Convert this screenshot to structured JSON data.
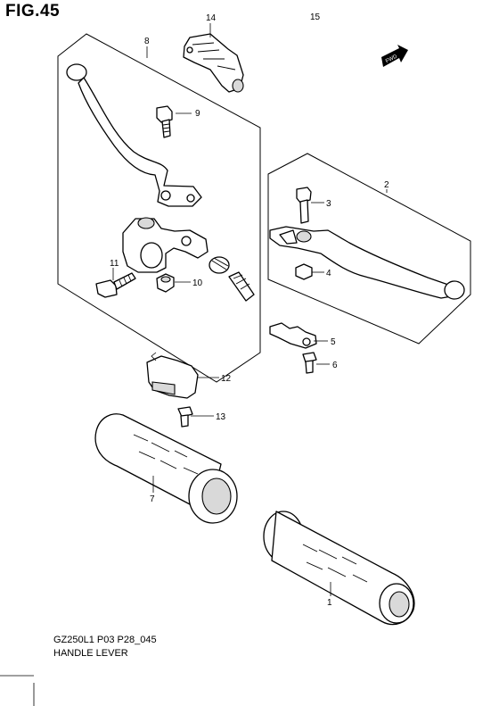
{
  "figure": {
    "title": "FIG.45"
  },
  "footer": {
    "model_code": "GZ250L1 P03 P28_045",
    "caption": "HANDLE LEVER"
  },
  "fwd_label": "FWD",
  "callouts": {
    "c1": "1",
    "c2": "2",
    "c3": "3",
    "c4": "4",
    "c5": "5",
    "c6": "6",
    "c7": "7",
    "c8": "8",
    "c9": "9",
    "c10": "10",
    "c11": "11",
    "c12": "12",
    "c13": "13",
    "c14": "14",
    "c15": "15"
  }
}
